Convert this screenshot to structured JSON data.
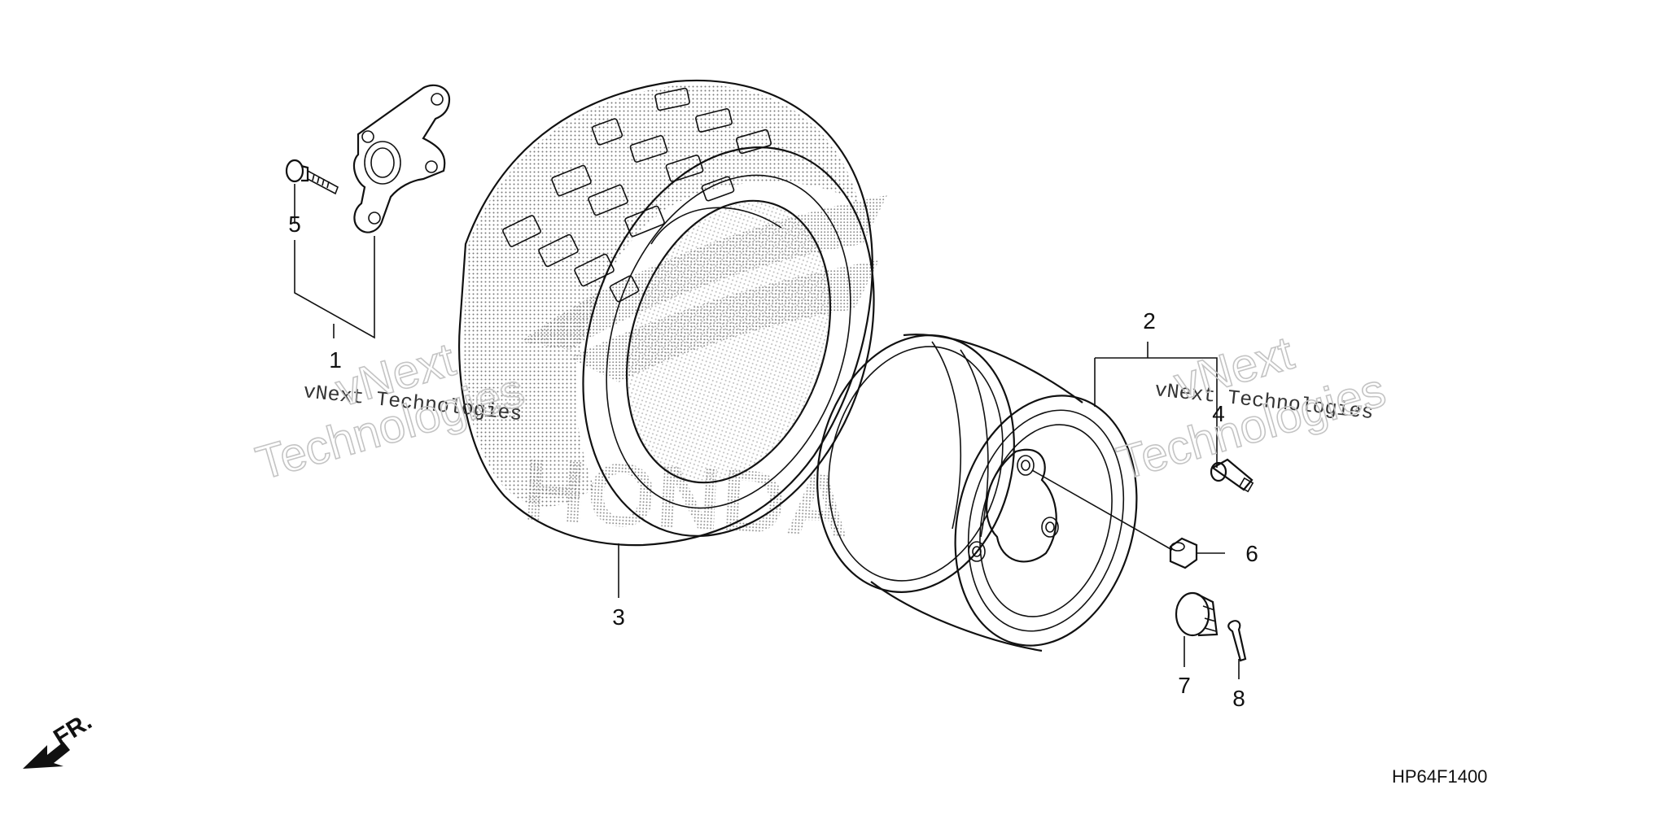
{
  "callouts": {
    "c1": "1",
    "c2": "2",
    "c3": "3",
    "c4": "4",
    "c5": "5",
    "c6": "6",
    "c7": "7",
    "c8": "8"
  },
  "diagram_code": "HP64F1400",
  "direction_label": "FR.",
  "watermarks": {
    "small_left": "vNext Technologies",
    "small_right": "vNext Technologies",
    "big_left_1": "vNext",
    "big_left_2": "Technologies",
    "big_right_1": "vNext",
    "big_right_2": "Technologies"
  },
  "logo_text": "HONDA"
}
